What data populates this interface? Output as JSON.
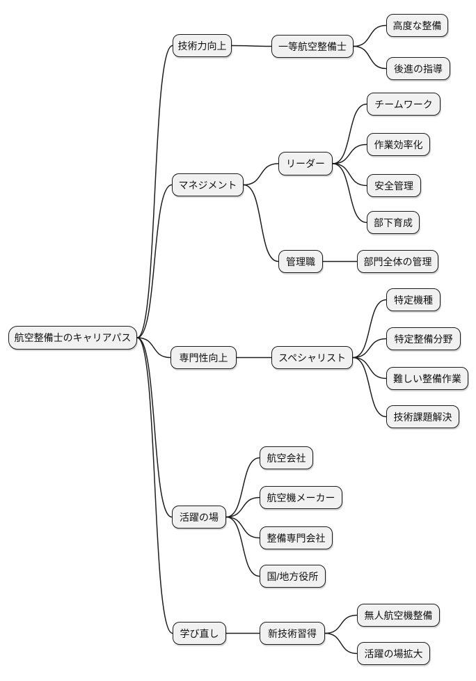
{
  "diagram": {
    "type": "mindmap",
    "title": "航空整備士のキャリアパス",
    "colors": {
      "background": "#ffffff",
      "node_fill": "#f1f1f1",
      "node_border": "#1b1b1b",
      "connector": "#1c1c1c",
      "text": "#111111"
    },
    "nodes": {
      "root": {
        "label": "航空整備士のキャリアパス"
      },
      "skill": {
        "label": "技術力向上"
      },
      "firstclass": {
        "label": "一等航空整備士"
      },
      "advmaint": {
        "label": "高度な整備"
      },
      "mentoring": {
        "label": "後進の指導"
      },
      "mgmt": {
        "label": "マネジメント"
      },
      "leader": {
        "label": "リーダー"
      },
      "teamwork": {
        "label": "チームワーク"
      },
      "efficiency": {
        "label": "作業効率化"
      },
      "safety": {
        "label": "安全管理"
      },
      "develop": {
        "label": "部下育成"
      },
      "manager": {
        "label": "管理職"
      },
      "deptmgmt": {
        "label": "部門全体の管理"
      },
      "expert": {
        "label": "専門性向上"
      },
      "specialist": {
        "label": "スペシャリスト"
      },
      "model": {
        "label": "特定機種"
      },
      "maintfield": {
        "label": "特定整備分野"
      },
      "difficult": {
        "label": "難しい整備作業"
      },
      "problem": {
        "label": "技術課題解決"
      },
      "field": {
        "label": "活躍の場"
      },
      "airline": {
        "label": "航空会社"
      },
      "maker": {
        "label": "航空機メーカー"
      },
      "maintco": {
        "label": "整備専門会社"
      },
      "gov": {
        "label": "国/地方役所"
      },
      "relearn": {
        "label": "学び直し"
      },
      "newtech": {
        "label": "新技術習得"
      },
      "drone": {
        "label": "無人航空機整備"
      },
      "expand": {
        "label": "活躍の場拡大"
      }
    },
    "links": [
      {
        "from": "root",
        "to": "skill"
      },
      {
        "from": "root",
        "to": "mgmt"
      },
      {
        "from": "root",
        "to": "expert"
      },
      {
        "from": "root",
        "to": "field"
      },
      {
        "from": "root",
        "to": "relearn"
      },
      {
        "from": "skill",
        "to": "firstclass"
      },
      {
        "from": "firstclass",
        "to": "advmaint"
      },
      {
        "from": "firstclass",
        "to": "mentoring"
      },
      {
        "from": "mgmt",
        "to": "leader"
      },
      {
        "from": "mgmt",
        "to": "manager"
      },
      {
        "from": "leader",
        "to": "teamwork"
      },
      {
        "from": "leader",
        "to": "efficiency"
      },
      {
        "from": "leader",
        "to": "safety"
      },
      {
        "from": "leader",
        "to": "develop"
      },
      {
        "from": "manager",
        "to": "deptmgmt"
      },
      {
        "from": "expert",
        "to": "specialist"
      },
      {
        "from": "specialist",
        "to": "model"
      },
      {
        "from": "specialist",
        "to": "maintfield"
      },
      {
        "from": "specialist",
        "to": "difficult"
      },
      {
        "from": "specialist",
        "to": "problem"
      },
      {
        "from": "field",
        "to": "airline"
      },
      {
        "from": "field",
        "to": "maker"
      },
      {
        "from": "field",
        "to": "maintco"
      },
      {
        "from": "field",
        "to": "gov"
      },
      {
        "from": "relearn",
        "to": "newtech"
      },
      {
        "from": "newtech",
        "to": "drone"
      },
      {
        "from": "newtech",
        "to": "expand"
      }
    ]
  }
}
